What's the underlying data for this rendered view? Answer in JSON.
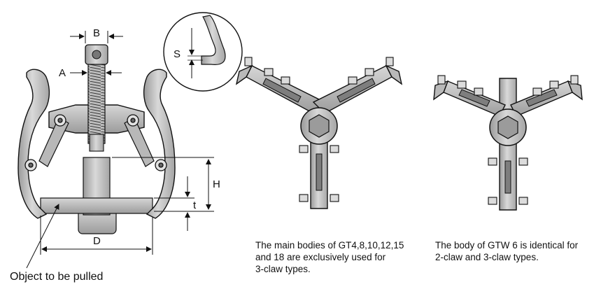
{
  "dimension_labels": {
    "B": "B",
    "A": "A",
    "S": "S",
    "H": "H",
    "t": "t",
    "D": "D"
  },
  "object_label": "Object to be pulled",
  "captions": {
    "three_claw_body": [
      "The main bodies of GT4,8,10,12,15",
      "and 18 are exclusively used for",
      "3-claw types."
    ],
    "gtw6_body": [
      "The body of GTW 6 is identical for",
      "2-claw and 3-claw types."
    ]
  },
  "colors": {
    "metal_fill": "#c9c9c9",
    "metal_dark": "#8a8a8a",
    "outline": "#111111"
  }
}
